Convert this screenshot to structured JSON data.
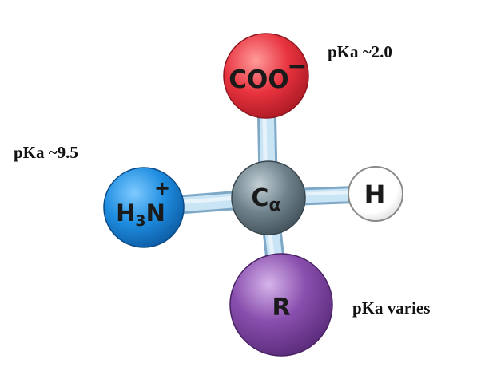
{
  "labels": {
    "carboxyl_pka": "pKa ~2.0",
    "amino_pka": "pKa ~9.5",
    "r_pka": "pKa varies"
  },
  "atoms": {
    "carboxyl": {
      "text": "COO",
      "charge": "−",
      "color": "#e8333f"
    },
    "amino": {
      "base": "H",
      "subscript": "3",
      "element": "N",
      "charge": "+",
      "color": "#1e8de0"
    },
    "alpha_carbon": {
      "element": "C",
      "subscript": "α",
      "color": "#6f828c"
    },
    "hydrogen": {
      "element": "H",
      "color": "#ffffff"
    },
    "r_group": {
      "text": "R",
      "color": "#8a4fae"
    }
  },
  "colors": {
    "bond_fill": "#c9e4f5",
    "bond_edge": "#7ea8c6"
  }
}
